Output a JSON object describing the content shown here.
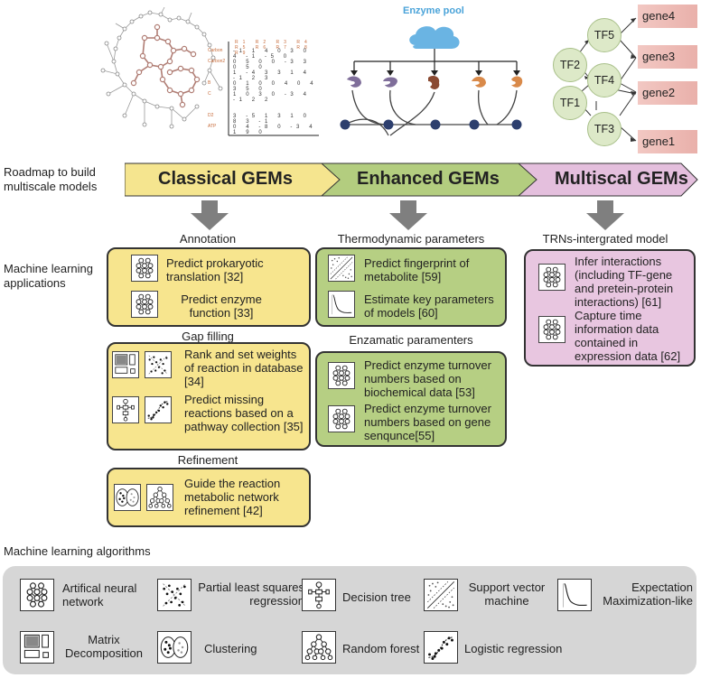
{
  "top": {
    "enzyme_pool_label": "Enzyme pool",
    "matrix": {
      "col_headers": [
        "R1",
        "R2",
        "R3",
        "R4",
        "R5",
        "R6",
        "R7",
        "R8",
        "R9"
      ],
      "row_labels": [
        "Carbon",
        "Carbon2",
        "",
        "B",
        "C",
        "",
        "D2",
        "ATP"
      ],
      "rows": [
        "-1 1 4 0 3 0 4 -1 -5 0",
        "0 5 0 0 -3 3 0 5 0",
        "1 -4 3 3 1 4 -1 2 3",
        "0 1 0 0 4 0 4 3 5 0",
        "1 0 3 0 -3 4 -1 2 2",
        "",
        "3 -5 1 3 1 0 8 3 -1",
        "0 4 -8 0 -3 4 1 9 0"
      ]
    },
    "tfs": [
      "TF2",
      "TF5",
      "TF1",
      "TF4",
      "TF3"
    ],
    "genes": [
      "gene4",
      "gene3",
      "gene2",
      "gene1"
    ]
  },
  "roadmap": {
    "label": "Roadmap to build multiscale models",
    "stages": [
      "Classical GEMs",
      "Enhanced GEMs",
      "Multiscal GEMs"
    ],
    "colors": [
      "#f5e58f",
      "#b3cd7f",
      "#e4bfdd"
    ]
  },
  "ml_label": "Machine learning applications",
  "classical": {
    "annotation_title": "Annotation",
    "annotation_items": [
      {
        "icon": "neural-network-icon",
        "text": "Predict prokaryotic translation [32]"
      },
      {
        "icon": "neural-network-icon",
        "text": "Predict enzyme function [33]"
      }
    ],
    "gap_title": "Gap filling",
    "gap_items": [
      {
        "icons": [
          "matrix-decomposition-icon",
          "pls-regression-icon"
        ],
        "text": "Rank and set weights of reaction in database [34]"
      },
      {
        "icons": [
          "decision-tree-icon",
          "logistic-regression-icon"
        ],
        "text": "Predict missing reactions based on a pathway collection [35]"
      }
    ],
    "refine_title": "Refinement",
    "refine_items": [
      {
        "icons": [
          "clustering-icon",
          "random-forest-icon"
        ],
        "text": "Guide the reaction metabolic network refinement [42]"
      }
    ]
  },
  "enhanced": {
    "thermo_title": "Thermodynamic parameters",
    "thermo_items": [
      {
        "icon": "svm-icon",
        "text": "Predict fingerprint of metabolite [59]"
      },
      {
        "icon": "em-icon",
        "text": "Estimate key parameters of models [60]"
      }
    ],
    "enz_title": "Enzamatic paramenters",
    "enz_items": [
      {
        "icon": "neural-network-icon",
        "text": "Predict enzyme turnover numbers based on biochemical data [53]"
      },
      {
        "icon": "neural-network-icon",
        "text": "Predict enzyme turnover numbers based on gene senqunce[55]"
      }
    ]
  },
  "multiscale": {
    "title": "TRNs-intergrated model",
    "items": [
      {
        "icon": "neural-network-icon",
        "text": "Infer interactions (including TF-gene and pretein-protein interactions) [61]"
      },
      {
        "icon": "neural-network-icon",
        "text": "Capture time information data contained in expression data [62]"
      }
    ]
  },
  "algorithms": {
    "title": "Machine learning algorithms",
    "items": [
      {
        "icon": "neural-network-icon",
        "label": "Artifical neural network"
      },
      {
        "icon": "pls-regression-icon",
        "label": "Partial least squares regression"
      },
      {
        "icon": "decision-tree-icon",
        "label": "Decision tree"
      },
      {
        "icon": "svm-icon",
        "label": "Support vector machine"
      },
      {
        "icon": "em-icon",
        "label": "Expectation Maximization-like"
      },
      {
        "icon": "matrix-decomposition-icon",
        "label": "Matrix Decomposition"
      },
      {
        "icon": "clustering-icon",
        "label": "Clustering"
      },
      {
        "icon": "random-forest-icon",
        "label": "Random forest"
      },
      {
        "icon": "logistic-regression-icon",
        "label": "Logistic regression"
      }
    ]
  }
}
